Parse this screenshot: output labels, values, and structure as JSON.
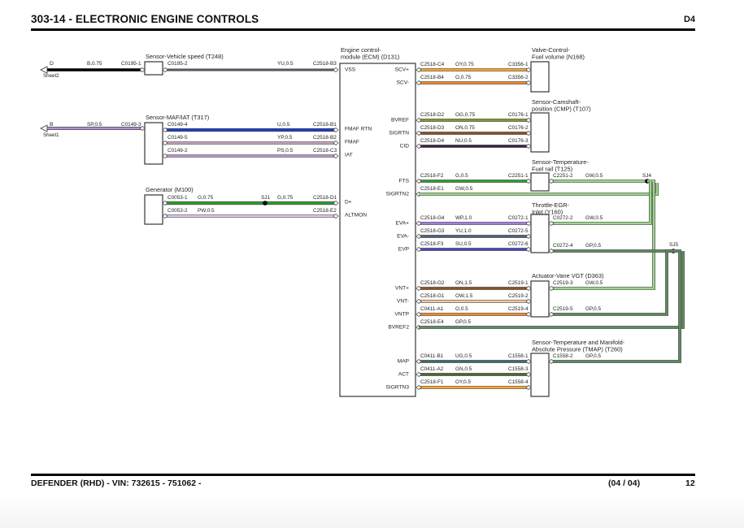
{
  "header": {
    "title": "303-14 - ELECTRONIC ENGINE CONTROLS",
    "code": "D4"
  },
  "footer": {
    "vehicle": "DEFENDER  (RHD) - VIN: 732615 - 751062 -",
    "page": "(04 / 04)",
    "sheet": "12"
  },
  "colors": {
    "B": "#000000",
    "YU": "#556070",
    "SP": "#b48ed4",
    "U": "#1a3cd0",
    "YP": "#c8a0b8",
    "PS": "#c096d0",
    "G": "#2e9e2e",
    "PW": "#ddc8ee",
    "OY": "#f7a52c",
    "O": "#f08a2a",
    "OG": "#7d9a2c",
    "ON": "#8a5228",
    "NU": "#3a2244",
    "GW": "#9bd88a",
    "WP": "#a27ee0",
    "SU": "#4a48b8",
    "OW": "#f4c89e",
    "GP": "#5e8a5e",
    "UG": "#3e6c6c",
    "GN": "#4a6830"
  },
  "components": {
    "ecm": {
      "label": [
        "Engine control-",
        "module (ECM) (D131)"
      ]
    },
    "t248": {
      "label": [
        "Sensor-Vehicle speed (T248)"
      ]
    },
    "t317": {
      "label": [
        "Sensor-MAF/IAT (T317)"
      ]
    },
    "m100": {
      "label": [
        "Generator (M100)"
      ]
    },
    "n168": {
      "label": [
        "Valve-Control-",
        "Fuel volume (N168)"
      ]
    },
    "t107": {
      "label": [
        "Sensor-Camshaft-",
        "position (CMP) (T107)"
      ]
    },
    "t125": {
      "label": [
        "Sensor-Temperature-",
        "Fuel rail (T125)"
      ]
    },
    "y160": {
      "label": [
        "Throttle-EGR-",
        "Inlet (Y160)"
      ]
    },
    "d363": {
      "label": [
        "Actuator-Vane VGT (D363)"
      ]
    },
    "t260": {
      "label": [
        "Sensor-Temperature and Manifold-",
        "Absolute Pressure (TMAP) (T260)"
      ]
    }
  },
  "ecm_pins_left": [
    "VSS",
    "FMAF RTN",
    "FMAF",
    "IAT",
    "D+",
    "ALTMON"
  ],
  "ecm_pins_right": [
    "SCV+",
    "SCV-",
    "BVREF",
    "SIGRTN",
    "CID",
    "FTS",
    "SIGRTN2",
    "EVA+",
    "EVA-",
    "EVP",
    "VNT+",
    "VNT-",
    "VNTP",
    "BVREF2",
    "MAP",
    "ACT",
    "SIGRTN3"
  ],
  "offsheet": [
    {
      "letter": "D",
      "sheet": "Sheet2"
    },
    {
      "letter": "B",
      "sheet": "Sheet1"
    }
  ],
  "splices": [
    "SJ1",
    "SJ4",
    "SJ5"
  ],
  "wires_left": [
    {
      "from": "C0195-1",
      "spec": "B,0.75",
      "color": "B",
      "pre": "D"
    },
    {
      "from": "C0195-2",
      "spec": "YU,0.5",
      "to": "C2518-B3",
      "color": "YU"
    },
    {
      "from": "C0149-3",
      "spec": "SP,0.5",
      "color": "SP",
      "pre": "B"
    },
    {
      "from": "C0149-4",
      "spec": "U,0.5",
      "to": "C2518-B1",
      "color": "U"
    },
    {
      "from": "C0149-5",
      "spec": "YP,0.5",
      "to": "C2518-B2",
      "color": "YP"
    },
    {
      "from": "C0149-2",
      "spec": "PS,0.5",
      "to": "C2518-C3",
      "color": "PS"
    },
    {
      "from": "C0053-1",
      "spec": "G,0.75",
      "spec2": "G,0.75",
      "to": "C2518-D1",
      "color": "G"
    },
    {
      "from": "C0053-2",
      "spec": "PW,0.5",
      "to": "C2518-E2",
      "color": "PW"
    }
  ],
  "wires_right": [
    {
      "ecm": "C2518-C4",
      "spec": "OY,0.75",
      "comp": "C3356-1",
      "color": "OY"
    },
    {
      "ecm": "C2518-B4",
      "spec": "O,0.75",
      "comp": "C3356-2",
      "color": "O"
    },
    {
      "ecm": "C2518-D2",
      "spec": "OG,0.75",
      "comp": "C0176-1",
      "color": "OG"
    },
    {
      "ecm": "C2518-D3",
      "spec": "ON,0.75",
      "comp": "C0176-2",
      "color": "ON"
    },
    {
      "ecm": "C2518-D4",
      "spec": "NU,0.5",
      "comp": "C0176-3",
      "color": "NU"
    },
    {
      "ecm": "C2518-F2",
      "spec": "G,0.5",
      "comp": "C2251-1",
      "color": "G"
    },
    {
      "ecm": "C2518-E1",
      "spec": "GW,0.5",
      "comp": "",
      "color": "GW"
    },
    {
      "ecm": "C2518-G4",
      "spec": "WP,1.0",
      "comp": "C0272-1",
      "color": "WP"
    },
    {
      "ecm": "C2518-G3",
      "spec": "YU,1.0",
      "comp": "C0272-5",
      "color": "YU"
    },
    {
      "ecm": "C2518-F3",
      "spec": "SU,0.5",
      "comp": "C0272-6",
      "color": "SU"
    },
    {
      "ecm": "C2518-G2",
      "spec": "ON,1.5",
      "comp": "C2519-1",
      "color": "ON"
    },
    {
      "ecm": "C2518-G1",
      "spec": "OW,1.5",
      "comp": "C2519-2",
      "color": "OW"
    },
    {
      "ecm": "C0411-A1",
      "spec": "O,0.5",
      "comp": "C2519-4",
      "color": "O"
    },
    {
      "ecm": "C2518-E4",
      "spec": "GP,0.5",
      "comp": "",
      "color": "GP"
    },
    {
      "ecm": "C0411-B1",
      "spec": "UG,0.5",
      "comp": "C1558-1",
      "color": "UG"
    },
    {
      "ecm": "C0411-A2",
      "spec": "GN,0.5",
      "comp": "C1558-3",
      "color": "GN"
    },
    {
      "ecm": "C2518-F1",
      "spec": "OY,0.5",
      "comp": "C1558-4",
      "color": "OY"
    }
  ],
  "wires_ground": [
    {
      "from": "C2251-2",
      "spec": "GW,0.5",
      "color": "GW"
    },
    {
      "from": "C0272-2",
      "spec": "GW,0.5",
      "color": "GW"
    },
    {
      "from": "C0272-4",
      "spec": "GP,0.5",
      "color": "GP"
    },
    {
      "from": "C2519-3",
      "spec": "GW,0.5",
      "color": "GW"
    },
    {
      "from": "C2519-5",
      "spec": "GP,0.5",
      "color": "GP"
    },
    {
      "from": "C1558-2",
      "spec": "GP,0.5",
      "color": "GP"
    }
  ]
}
